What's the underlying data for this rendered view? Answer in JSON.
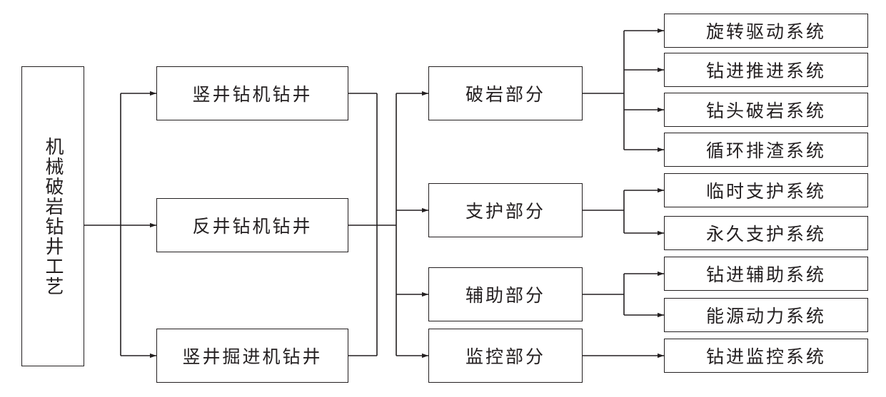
{
  "root": "机械破岩钻井工艺",
  "methods": [
    "竖井钻机钻井",
    "反井钻机钻井",
    "竖井掘进机钻井"
  ],
  "parts": [
    "破岩部分",
    "支护部分",
    "辅助部分",
    "监控部分"
  ],
  "systems": {
    "rock_breaking": [
      "旋转驱动系统",
      "钻进推进系统",
      "钻头破岩系统",
      "循环排渣系统"
    ],
    "support": [
      "临时支护系统",
      "永久支护系统"
    ],
    "auxiliary": [
      "钻进辅助系统",
      "能源动力系统"
    ],
    "monitoring": [
      "钻进监控系统"
    ]
  }
}
